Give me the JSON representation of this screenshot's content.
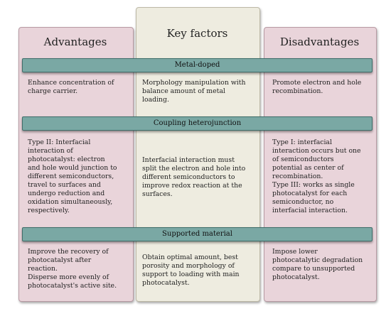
{
  "headers": {
    "advantages": "Advantages",
    "key_factors": "Key factors",
    "disadvantages": "Disadvantages"
  },
  "rows": [
    {
      "band": "Metal-doped",
      "advantage": "Enhance concentration of\ncharge carrier.",
      "key_factor": "Morphology manipulation with\nbalance amount of metal\nloading.",
      "disadvantage": "Promote electron and hole\nrecombination."
    },
    {
      "band": "Coupling heterojunction",
      "advantage": "Type II: Interfacial\ninteraction of\nphotocatalyst: electron\nand hole would junction to\ndifferent semiconductors,\ntravel to surfaces and\nundergo reduction and\noxidation simultaneously,\nrespectively.",
      "key_factor": "Interfacial interaction must\nsplit the electron and hole into\ndifferent semiconductors to\nimprove redox reaction at the\nsurfaces.",
      "disadvantage": "Type I: interfacial\ninteraction occurs but one\nof semiconductors\npotential as center of\nrecombination.\nType III: works as single\nphotocatalyst for each\nsemiconductor, no\ninterfacial interaction."
    },
    {
      "band": "Supported material",
      "advantage": "Improve the recovery of\nphotocatalyst after\nreaction.\nDisperse more evenly of\nphotocatalyst's active site.",
      "key_factor": "Obtain optimal amount, best\nporosity and morphology of\nsupport to loading with main\nphotocatalyst.",
      "disadvantage": "Impose lower\nphotocatalytic degradation\ncompare to unsupported\nphotocatalyst."
    }
  ]
}
